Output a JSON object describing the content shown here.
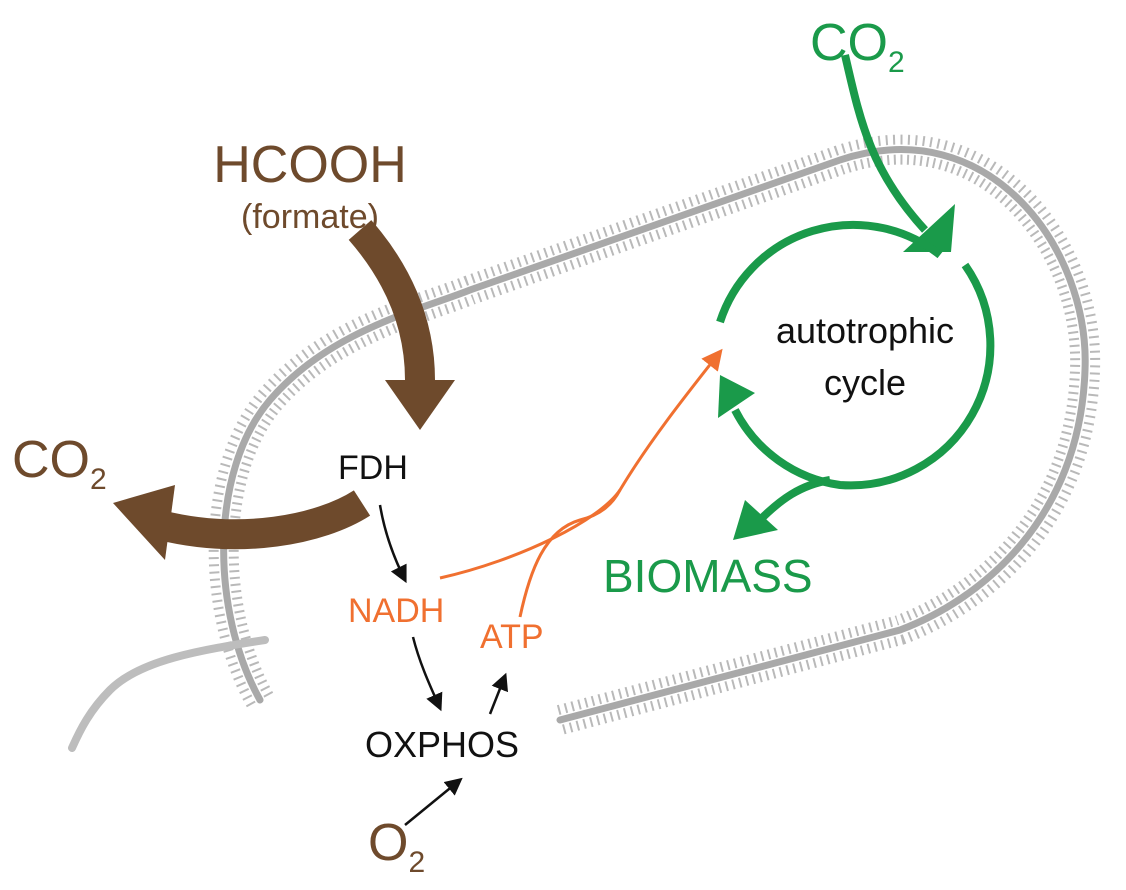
{
  "labels": {
    "co2_in": {
      "main": "CO",
      "sub": "2"
    },
    "hcooh": "HCOOH",
    "formate": "(formate)",
    "co2_out": {
      "main": "CO",
      "sub": "2"
    },
    "fdh": "FDH",
    "nadh": "NADH",
    "atp": "ATP",
    "oxphos": "OXPHOS",
    "o2": {
      "main": "O",
      "sub": "2"
    },
    "cycle_line1": "autotrophic",
    "cycle_line2": "cycle",
    "biomass": "BIOMASS"
  },
  "colors": {
    "brown": "#6e4a2c",
    "green": "#1a9a4a",
    "orange": "#f07030",
    "black": "#111111",
    "membrane": "#a9a9a9"
  }
}
